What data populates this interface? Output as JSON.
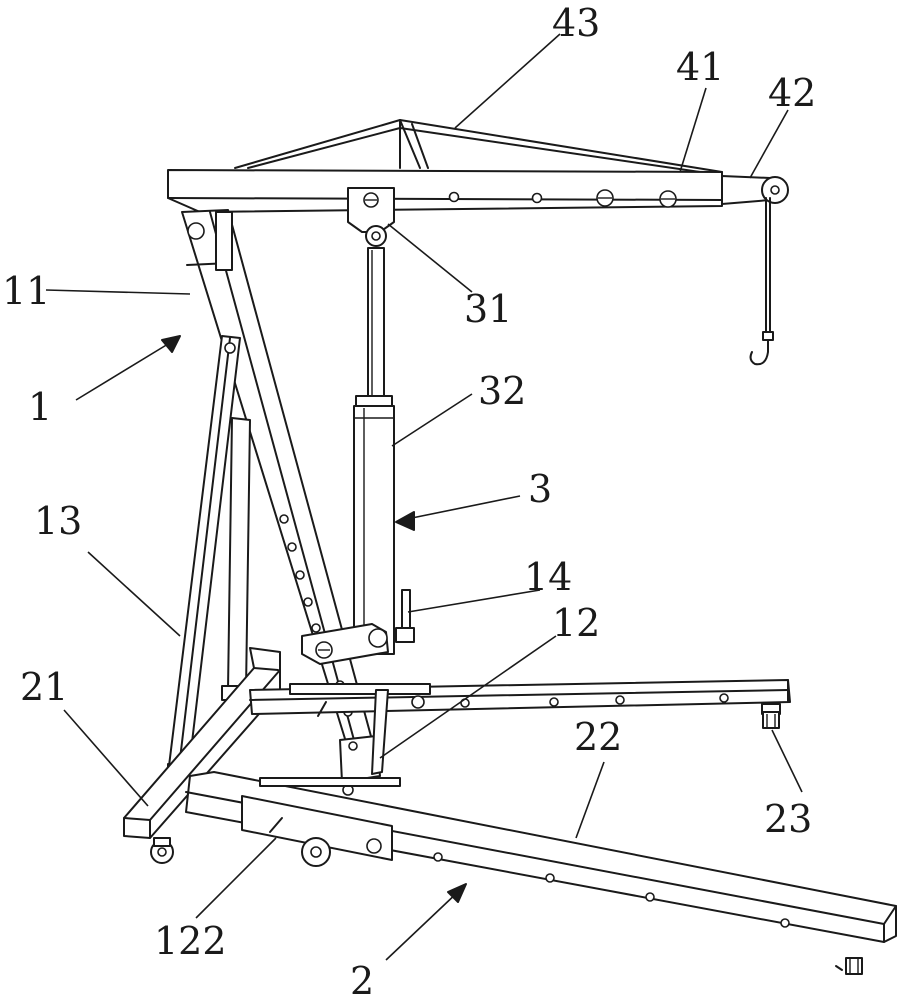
{
  "labels": {
    "l43": "43",
    "l41": "41",
    "l42": "42",
    "l11": "11",
    "l31": "31",
    "l1": "1",
    "l32": "32",
    "l3": "3",
    "l13": "13",
    "l14": "14",
    "l12": "12",
    "l21": "21",
    "l22": "22",
    "l23": "23",
    "l122": "122",
    "l2": "2"
  }
}
